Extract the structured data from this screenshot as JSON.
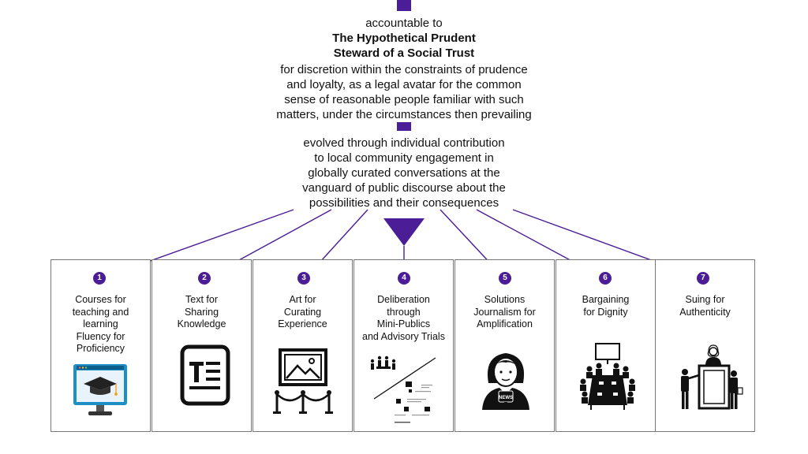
{
  "header": {
    "accountable_line": "accountable to",
    "title_lines": [
      "The Hypothetical Prudent",
      "Steward of a Social Trust"
    ],
    "body1_lines": [
      "for discretion within the constraints of prudence",
      "and loyalty, as a legal avatar for the common",
      "sense of reasonable people familiar with such",
      "matters, under the circumstances then prevailing"
    ],
    "body2_lines": [
      "evolved through individual contribution",
      "to local community engagement in",
      "globally curated conversations at the",
      "vanguard of public discourse about the",
      "possibilities and their consequences"
    ]
  },
  "colors": {
    "accent": "#4b1d96",
    "border": "#777777",
    "icon": "#111111"
  },
  "cards": [
    {
      "number": "1",
      "label_lines": [
        "Courses for",
        "teaching and",
        "learning",
        "Fluency for",
        "Proficiency"
      ],
      "icon": "laptop-graduation-cap-icon"
    },
    {
      "number": "2",
      "label_lines": [
        "Text for",
        "Sharing",
        "Knowledge"
      ],
      "icon": "text-document-icon"
    },
    {
      "number": "3",
      "label_lines": [
        "Art for",
        "Curating",
        "Experience"
      ],
      "icon": "framed-picture-icon"
    },
    {
      "number": "4",
      "label_lines": [
        "Deliberation",
        "through",
        "Mini-Publics",
        "and Advisory Trials"
      ],
      "icon": "deliberation-diagram-icon"
    },
    {
      "number": "5",
      "label_lines": [
        "Solutions",
        "Journalism for",
        "Amplification"
      ],
      "icon": "news-reporter-icon"
    },
    {
      "number": "6",
      "label_lines": [
        "Bargaining",
        "for Dignity"
      ],
      "icon": "negotiation-table-icon"
    },
    {
      "number": "7",
      "label_lines": [
        "Suing for",
        "Authenticity"
      ],
      "icon": "courtroom-icon"
    }
  ]
}
